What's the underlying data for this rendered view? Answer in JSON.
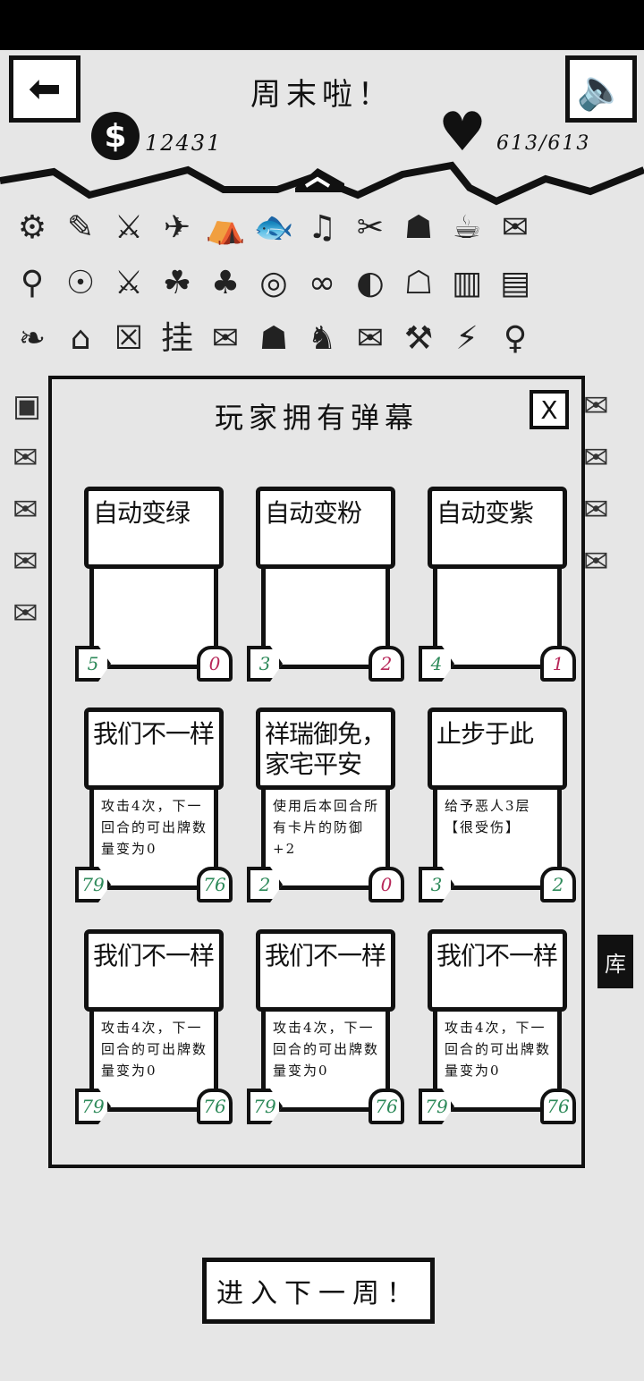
{
  "header": {
    "title": "周末啦！",
    "money": "12431",
    "hp": "613/613",
    "back_icon": "arrow-left-icon",
    "sound_icon": "speaker-icon"
  },
  "side_label": "库",
  "panel": {
    "title": "玩家拥有弹幕",
    "close_label": "X"
  },
  "colors": {
    "green": "#2e8a5a",
    "red": "#b8285a"
  },
  "cards": [
    {
      "title": "自动变绿",
      "desc": "",
      "left": "5",
      "right": "0",
      "right_color": "red"
    },
    {
      "title": "自动变粉",
      "desc": "",
      "left": "3",
      "right": "2",
      "right_color": "red"
    },
    {
      "title": "自动变紫",
      "desc": "",
      "left": "4",
      "right": "1",
      "right_color": "red"
    },
    {
      "title": "我们不一样",
      "desc": "攻击4次，下一回合的可出牌数量变为0",
      "left": "79",
      "right": "76",
      "right_color": "green"
    },
    {
      "title": "祥瑞御免，家宅平安",
      "desc": "使用后本回合所有卡片的防御+2",
      "left": "2",
      "right": "0",
      "right_color": "red"
    },
    {
      "title": "止步于此",
      "desc": "给予恶人3层【很受伤】",
      "left": "3",
      "right": "2",
      "right_color": "green"
    },
    {
      "title": "我们不一样",
      "desc": "攻击4次，下一回合的可出牌数量变为0",
      "left": "79",
      "right": "76",
      "right_color": "green"
    },
    {
      "title": "我们不一样",
      "desc": "攻击4次，下一回合的可出牌数量变为0",
      "left": "79",
      "right": "76",
      "right_color": "green"
    },
    {
      "title": "我们不一样",
      "desc": "攻击4次，下一回合的可出牌数量变为0",
      "left": "79",
      "right": "76",
      "right_color": "green"
    }
  ],
  "next_button": "进入下一周！"
}
